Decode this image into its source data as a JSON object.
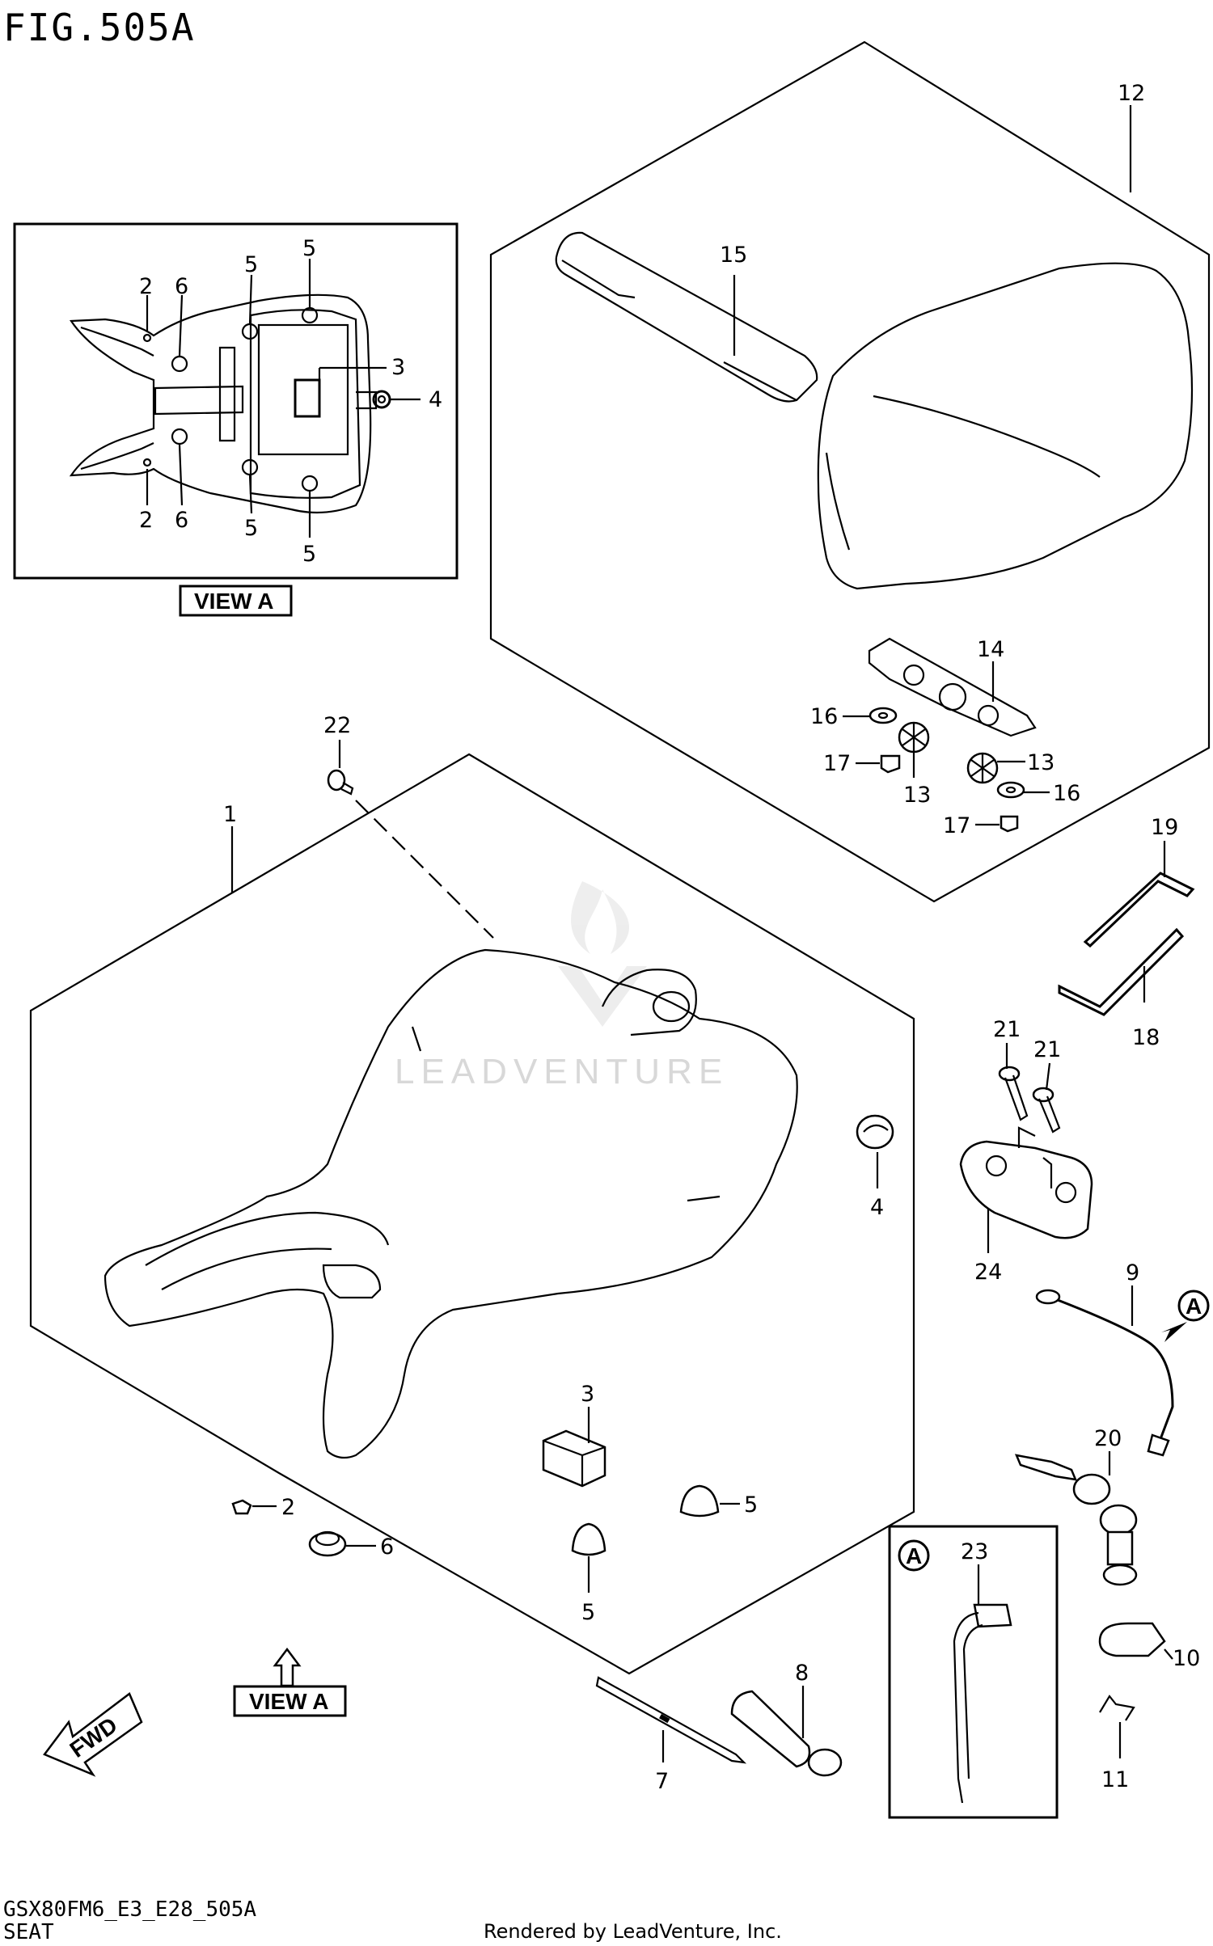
{
  "header": {
    "figure_title": "FIG.505A"
  },
  "footer": {
    "model_code": "GSX80FM6_E3_E28_505A",
    "section_name": "SEAT",
    "credit": "Rendered by LeadVenture, Inc."
  },
  "watermark": {
    "text": "LEADVENTURE"
  },
  "view_labels": {
    "inset_caption": "VIEW A",
    "arrow_caption": "VIEW A"
  },
  "detail_box": {
    "label": "A"
  },
  "fwd_label": "FWD",
  "callouts": {
    "c1": "1",
    "c2": "2",
    "c3": "3",
    "c4": "4",
    "c5a": "5",
    "c5b": "5",
    "c6": "6",
    "c7": "7",
    "c8": "8",
    "c9": "9",
    "c10": "10",
    "c11": "11",
    "c12": "12",
    "c13a": "13",
    "c13b": "13",
    "c14": "14",
    "c15": "15",
    "c16a": "16",
    "c16b": "16",
    "c17a": "17",
    "c17b": "17",
    "c18": "18",
    "c19": "19",
    "c20": "20",
    "c21a": "21",
    "c21b": "21",
    "c22": "22",
    "c23": "23",
    "c24": "24",
    "cA": "A"
  },
  "inset_callouts": {
    "i2a": "2",
    "i6a": "6",
    "i5a": "5",
    "i5b": "5",
    "i3": "3",
    "i4": "4",
    "i2b": "2",
    "i6b": "6",
    "i5c": "5",
    "i5d": "5"
  },
  "colors": {
    "line": "#000000",
    "background": "#ffffff",
    "watermark": "#d8d8d8"
  }
}
